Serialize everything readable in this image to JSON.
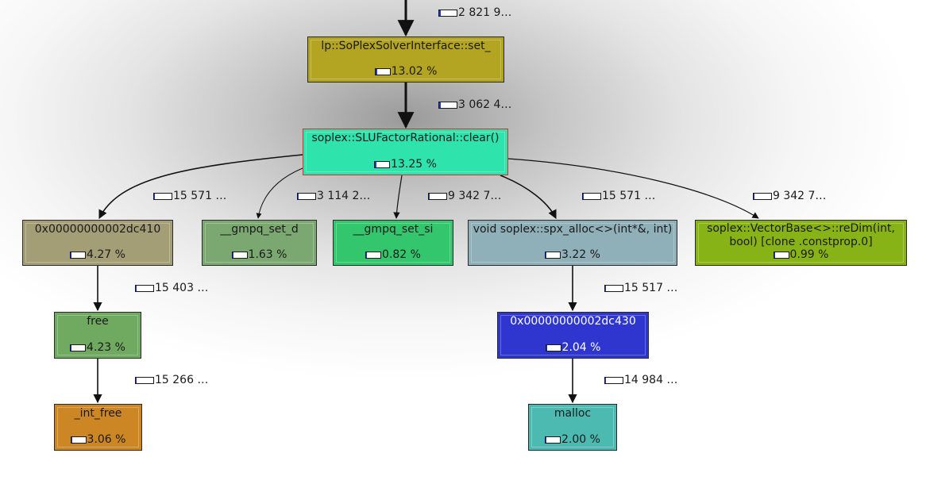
{
  "nodes": [
    {
      "id": "set",
      "name": "lp::SoPlexSolverInterface::set_",
      "pct": "13.02 %",
      "fill": 0.13,
      "color": "#b3a421"
    },
    {
      "id": "clear",
      "name": "soplex::SLUFactorRational::clear()",
      "pct": "13.25 %",
      "fill": 0.13,
      "color": "#2ee3ac"
    },
    {
      "id": "dc410",
      "name": "0x00000000002dc410",
      "pct": "4.27 %",
      "fill": 0.04,
      "color": "#a49e77"
    },
    {
      "id": "gmpq_d",
      "name": "__gmpq_set_d",
      "pct": "1.63 %",
      "fill": 0.02,
      "color": "#7aa870"
    },
    {
      "id": "gmpq_si",
      "name": "__gmpq_set_si",
      "pct": "0.82 %",
      "fill": 0.01,
      "color": "#33c66c"
    },
    {
      "id": "spx_alloc",
      "name": "void soplex::spx_alloc<>(int*&, int)",
      "pct": "3.22 %",
      "fill": 0.03,
      "color": "#8fb0b8"
    },
    {
      "id": "redim",
      "name": "soplex::VectorBase<>::reDim(int, bool) [clone .constprop.0]",
      "pct": "0.99 %",
      "fill": 0.01,
      "color": "#88b316"
    },
    {
      "id": "free",
      "name": "free",
      "pct": "4.23 %",
      "fill": 0.04,
      "color": "#6faa60"
    },
    {
      "id": "dc430",
      "name": "0x00000000002dc430",
      "pct": "2.04 %",
      "fill": 0.02,
      "color": "#2e36cf"
    },
    {
      "id": "int_free",
      "name": "_int_free",
      "pct": "3.06 %",
      "fill": 0.03,
      "color": "#cd8624"
    },
    {
      "id": "malloc",
      "name": "malloc",
      "pct": "2.00 %",
      "fill": 0.02,
      "color": "#4dbab2"
    }
  ],
  "edge_labels": [
    {
      "id": "to-set",
      "text": "2 821 9…",
      "fill": 0.08
    },
    {
      "id": "set-clear",
      "text": "3 062 4…",
      "fill": 0.08
    },
    {
      "id": "clear-dc410",
      "text": "15 571 …",
      "fill": 0.06
    },
    {
      "id": "clear-gmpqd",
      "text": "3 114 2…",
      "fill": 0.04
    },
    {
      "id": "clear-gmpqsi",
      "text": "9 342 7…",
      "fill": 0.04
    },
    {
      "id": "clear-spx",
      "text": "15 571 …",
      "fill": 0.06
    },
    {
      "id": "clear-redim",
      "text": "9 342 7…",
      "fill": 0.04
    },
    {
      "id": "dc410-free",
      "text": "15 403 …",
      "fill": 0.06
    },
    {
      "id": "spx-dc430",
      "text": "15 517 …",
      "fill": 0.06
    },
    {
      "id": "free-intfree",
      "text": "15 266 …",
      "fill": 0.06
    },
    {
      "id": "dc430-malloc",
      "text": "14 984 …",
      "fill": 0.06
    }
  ]
}
